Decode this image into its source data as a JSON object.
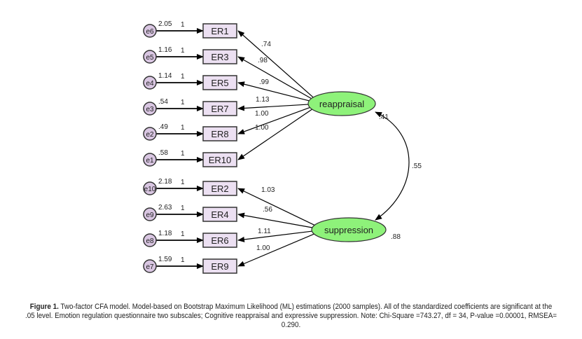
{
  "diagram": {
    "type": "CFA path diagram",
    "latents": [
      {
        "id": "reappraisal",
        "label": "reappraisal",
        "variance": ".41",
        "fill": "#8ef27a"
      },
      {
        "id": "suppression",
        "label": "suppression",
        "variance": ".88",
        "fill": "#8ef27a"
      }
    ],
    "covariance": {
      "from": "reappraisal",
      "to": "suppression",
      "value": ".55"
    },
    "observed_fill": "#ece0f2",
    "error_fill": "#d9c6e2",
    "indicators": [
      {
        "label": "ER1",
        "error": "e6",
        "error_variance": "2.05",
        "fixed": "1",
        "factor": "reappraisal",
        "loading": ".74"
      },
      {
        "label": "ER3",
        "error": "e5",
        "error_variance": "1.16",
        "fixed": "1",
        "factor": "reappraisal",
        "loading": ".98"
      },
      {
        "label": "ER5",
        "error": "e4",
        "error_variance": "1.14",
        "fixed": "1",
        "factor": "reappraisal",
        "loading": ".99"
      },
      {
        "label": "ER7",
        "error": "e3",
        "error_variance": ".54",
        "fixed": "1",
        "factor": "reappraisal",
        "loading": "1.13"
      },
      {
        "label": "ER8",
        "error": "e2",
        "error_variance": ".49",
        "fixed": "1",
        "factor": "reappraisal",
        "loading": "1.00"
      },
      {
        "label": "ER10",
        "error": "e1",
        "error_variance": ".58",
        "fixed": "1",
        "factor": "reappraisal",
        "loading": "1.00"
      },
      {
        "label": "ER2",
        "error": "e10",
        "error_variance": "2.18",
        "fixed": "1",
        "factor": "suppression",
        "loading": "1.03"
      },
      {
        "label": "ER4",
        "error": "e9",
        "error_variance": "2.63",
        "fixed": "1",
        "factor": "suppression",
        "loading": ".56"
      },
      {
        "label": "ER6",
        "error": "e8",
        "error_variance": "1.18",
        "fixed": "1",
        "factor": "suppression",
        "loading": "1.11"
      },
      {
        "label": "ER9",
        "error": "e7",
        "error_variance": "1.59",
        "fixed": "1",
        "factor": "suppression",
        "loading": "1.00"
      }
    ]
  },
  "caption": {
    "label": "Figure 1.",
    "text": " Two-factor CFA model. Model-based on Bootstrap Maximum Likelihood (ML) estimations (2000 samples). All of the standardized coefficients are significant at the .05 level. Emotion regulation questionnaire two subscales; Cognitive reappraisal and expressive suppression. Note: Chi-Square =743.27, df = 34, P-value =0.00001, RMSEA= 0.290."
  }
}
